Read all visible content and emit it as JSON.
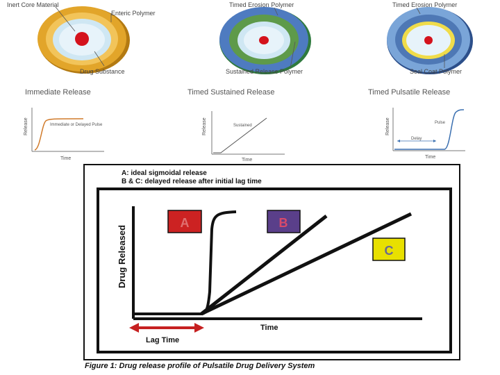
{
  "top_row": [
    {
      "labels": [
        "Inert Core Material",
        "Enteric Polymer",
        "Drug Substance"
      ],
      "title": "Immediate Release",
      "graph": {
        "ylabel": "Release",
        "xlabel": "Time",
        "annotation": "Immediate or Delayed Pulse"
      }
    },
    {
      "labels": [
        "Timed Erosion Polymer",
        "Sustained Release Polymer"
      ],
      "title": "Timed Sustained Release",
      "graph": {
        "ylabel": "Release",
        "xlabel": "Time",
        "annotation": "Sustained"
      }
    },
    {
      "labels": [
        "Timed Erosion Polymer",
        "Seal Coat Polymer"
      ],
      "title": "Timed Pulsatile Release",
      "graph": {
        "ylabel": "Release",
        "xlabel": "Time",
        "annotation_pulse": "Pulse",
        "annotation_delay": "Delay"
      }
    }
  ],
  "main_figure": {
    "legend_line1": "A: ideal sigmoidal release",
    "legend_line2": "B & C: delayed release after initial lag time",
    "ylabel": "Drug Released",
    "xlabel": "Time",
    "lag_label": "Lag Time",
    "boxes": [
      {
        "letter": "A",
        "color": "#cc2222"
      },
      {
        "letter": "B",
        "color": "#5a3f8a"
      },
      {
        "letter": "C",
        "color": "#e8e000"
      }
    ]
  },
  "caption": "Figure 1: Drug release profile of Pulsatile Drug Delivery System"
}
